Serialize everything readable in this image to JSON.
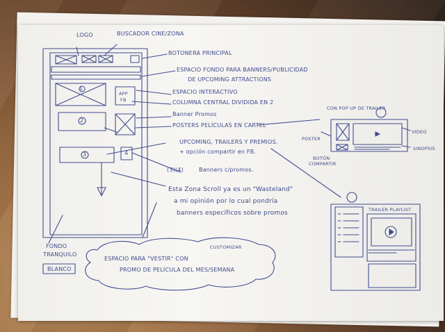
{
  "image": {
    "subject": "hand-drawn website wireframe sketch on paper",
    "ink_color": "#414c8e",
    "paper_color": "#f4f3ef",
    "table_color": "#8a6140"
  },
  "labels": {
    "logo": "LOGO",
    "buscador": "BUSCADOR CINE/ZONA",
    "botonera": "BOTONERA PRINCIPAL",
    "espacio_fondo_1": "ESPACIO FONDO PARA BANNERS/PUBLICIDAD",
    "espacio_fondo_2": "DE UPCOMING ATTRACTIONS",
    "espacio_interactivo": "ESPACIO INTERACTIVO",
    "columna_central": "COLUMNA CENTRAL DIVIDIDA EN 2",
    "banner_promos": "Banner Promos",
    "posters": "POSTERS PELÍCULAS EN CARTEL",
    "upcoming_1": "UPCOMING, TRAILERS Y PREMIOS.",
    "upcoming_2": "+ opción compartir en FB.",
    "banners_promos": "Banners c/promos.",
    "scroll_1": "Esta Zona Scroll ya es un \"Wasteland\"",
    "scroll_2": "a mi opinión por lo cual pondría",
    "scroll_3": "banners específicos sobre promos",
    "fondo_tranquilo_1": "FONDO",
    "fondo_tranquilo_2": "TRANQUILO",
    "blanco": "BLANCO",
    "espacio_vestir": "ESPACIO PARA \"VESTIR\" CON",
    "customizar": "CUSTOMIZAR",
    "promo": "PROMO DE PELÍCULA DEL MES/SEMANA",
    "popup": "CON POP UP DE TRAILER",
    "poster": "POSTER",
    "video": "VIDEO",
    "sinopsis": "SINOPSIS",
    "boton_compartir_1": "BOTÓN",
    "boton_compartir_2": "COMPARTIR",
    "trailer_playlist": "TRAILER PLAYLIST",
    "app_1": "APP",
    "app_2": "FB",
    "num_1": "1",
    "num_2": "2",
    "num_3": "3",
    "num_4": "4",
    "num_34": "(3)(4)"
  }
}
